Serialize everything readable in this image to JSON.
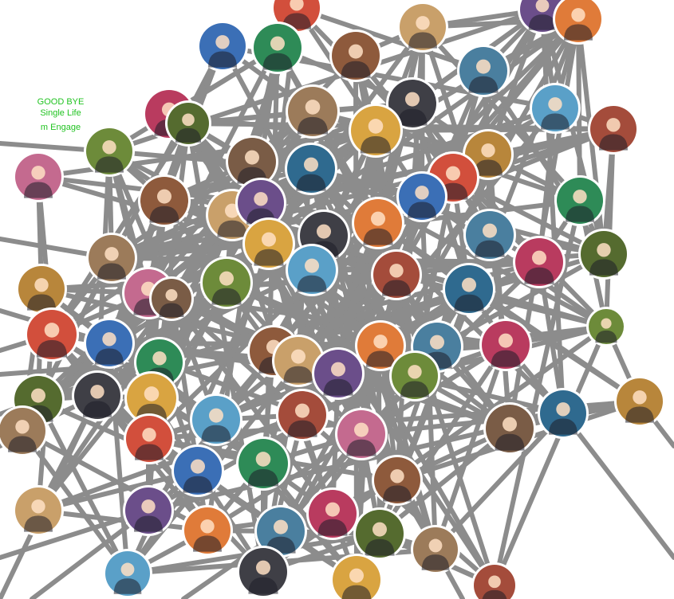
{
  "graph": {
    "caption_lines": [
      "GOOD BYE",
      "Single Life",
      "m Engage"
    ],
    "edge_color": "#8c8c8c",
    "node_border": "#ffffff",
    "node_count": 76,
    "palette": [
      "#d24f3c",
      "#3b6fb6",
      "#2e8b57",
      "#8e5a3c",
      "#c9a06a",
      "#6b4e8a",
      "#e07b39",
      "#4a7f9f",
      "#b93b5f",
      "#556b2f",
      "#9c7b5a",
      "#3f3f46",
      "#d9a441",
      "#5aa0c8",
      "#a44c3b",
      "#6d8b3a",
      "#c46a8f",
      "#7a5c46",
      "#2f6a8f",
      "#b8863b"
    ]
  }
}
